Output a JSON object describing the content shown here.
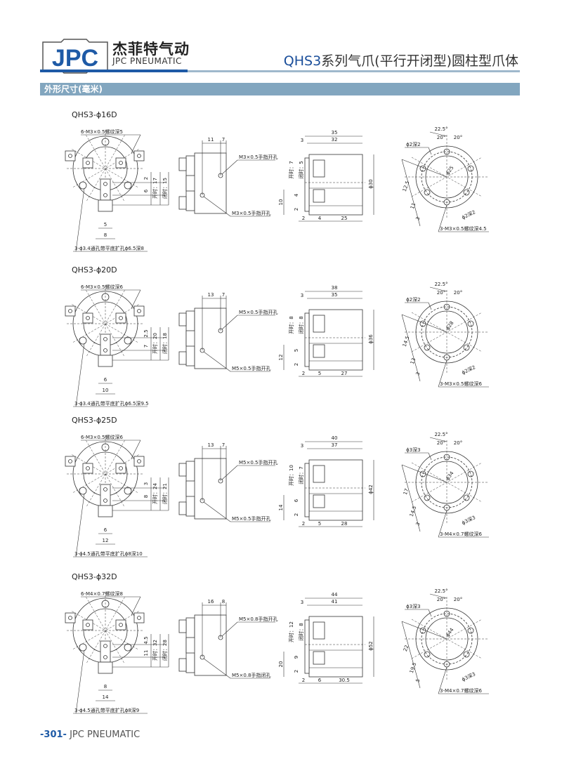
{
  "header": {
    "logo_text": "JPC",
    "brand_cn": "杰菲特气动",
    "brand_en": "JPC PNEUMATIC",
    "title_model": "QHS3",
    "title_rest": "系列气爪(平行开闭型)圆柱型爪体"
  },
  "band": "外形尺寸(毫米)",
  "sections": [
    {
      "title": "QHS3-ϕ16D",
      "front": {
        "thread": "6-M3×0.5螺纹深5",
        "hole": "3-ϕ3.4通孔带平底扩孔ϕ6.5深8",
        "d1": "2",
        "d2": "6",
        "open": "开时：17",
        "close": "闭时：15",
        "w1": "5",
        "w2": "8"
      },
      "side": {
        "d1": "11",
        "d2": "7",
        "port1": "M3×0.5手指开孔",
        "port2": "M3×0.5手指开孔"
      },
      "section": {
        "l1": "35",
        "l2": "32",
        "l3": "3",
        "open": "开时：7",
        "close": "闭时：5",
        "h1": "10",
        "h2": "4",
        "h3": "2",
        "b1": "2",
        "b2": "4",
        "b3": "25",
        "dia": "ϕ30"
      },
      "bottom": {
        "a1": "22.5°",
        "a2": "20°",
        "a3": "20°",
        "pin1": "ϕ2深2",
        "pcd": "ϕ25",
        "r1": "12.5",
        "r2": "11",
        "r3": "3",
        "pin2": "ϕ2深2",
        "thread": "3-M3×0.5螺纹深4.5"
      }
    },
    {
      "title": "QHS3-ϕ20D",
      "front": {
        "thread": "6-M3×0.5螺纹深6",
        "hole": "3-ϕ3.4通孔带平底扩孔ϕ6.5深9.5",
        "d1": "2.5",
        "d2": "7",
        "open": "开时：20",
        "close": "闭时：18",
        "w1": "6",
        "w2": "10"
      },
      "side": {
        "d1": "13",
        "d2": "7",
        "port1": "M5×0.5手指开孔",
        "port2": "M5×0.5手指开孔"
      },
      "section": {
        "l1": "38",
        "l2": "35",
        "l3": "3",
        "open": "开时：8",
        "close": "闭时：8",
        "h1": "12",
        "h2": "5",
        "h3": "2",
        "b1": "2",
        "b2": "5",
        "b3": "27",
        "dia": "ϕ36"
      },
      "bottom": {
        "a1": "22.5°",
        "a2": "20°",
        "a3": "20°",
        "pin1": "ϕ2深2",
        "pcd": "ϕ28",
        "r1": "14.5",
        "r2": "13",
        "r3": "3",
        "pin2": "ϕ2深2",
        "thread": "3-M3×0.5螺纹深6"
      }
    },
    {
      "title": "QHS3-ϕ25D",
      "front": {
        "thread": "6-M3×0.5螺纹深6",
        "hole": "3-ϕ4.5通孔带平底扩孔ϕ8深10",
        "d1": "3",
        "d2": "8",
        "open": "开时：24",
        "close": "闭时：21",
        "w1": "6",
        "w2": "12"
      },
      "side": {
        "d1": "13",
        "d2": "7",
        "port1": "M5×0.5手指开孔",
        "port2": "M5×0.5手指开孔"
      },
      "section": {
        "l1": "40",
        "l2": "37",
        "l3": "3",
        "open": "开时：10",
        "close": "闭时：7",
        "h1": "14",
        "h2": "6",
        "h3": "2",
        "b1": "2",
        "b2": "5",
        "b3": "28",
        "dia": "ϕ42"
      },
      "bottom": {
        "a1": "22.5°",
        "a2": "20°",
        "a3": "20°",
        "pin1": "ϕ3深3",
        "pcd": "ϕ34",
        "r1": "17",
        "r2": "14.5",
        "r3": "3",
        "pin2": "ϕ3深3",
        "thread": "3-M4×0.7螺纹深6"
      }
    },
    {
      "title": "QHS3-ϕ32D",
      "front": {
        "thread": "6-M4×0.7螺纹深8",
        "hole": "3-ϕ4.5通孔带平底扩孔ϕ8深9",
        "d1": "4.5",
        "d2": "11",
        "open": "开时：32",
        "close": "闭时：28",
        "w1": "8",
        "w2": "14"
      },
      "side": {
        "d1": "16",
        "d2": "8",
        "port1": "M5×0.8手指开孔",
        "port2": "M5×0.8手指闭孔"
      },
      "section": {
        "l1": "44",
        "l2": "41",
        "l3": "3",
        "open": "开时：12",
        "close": "闭时：8",
        "h1": "20",
        "h2": "9",
        "h3": "2",
        "b1": "2",
        "b2": "6",
        "b3": "30.5",
        "dia": "ϕ52"
      },
      "bottom": {
        "a1": "22.5°",
        "a2": "20°",
        "a3": "20°",
        "pin1": "ϕ3深3",
        "pcd": "ϕ44",
        "r1": "22",
        "r2": "19.5",
        "r3": "5",
        "pin2": "ϕ3深3",
        "thread": "3-M4×0.7螺纹深6"
      }
    }
  ],
  "footer": {
    "page": "-301-",
    "brand": "JPC PNEUMATIC"
  }
}
